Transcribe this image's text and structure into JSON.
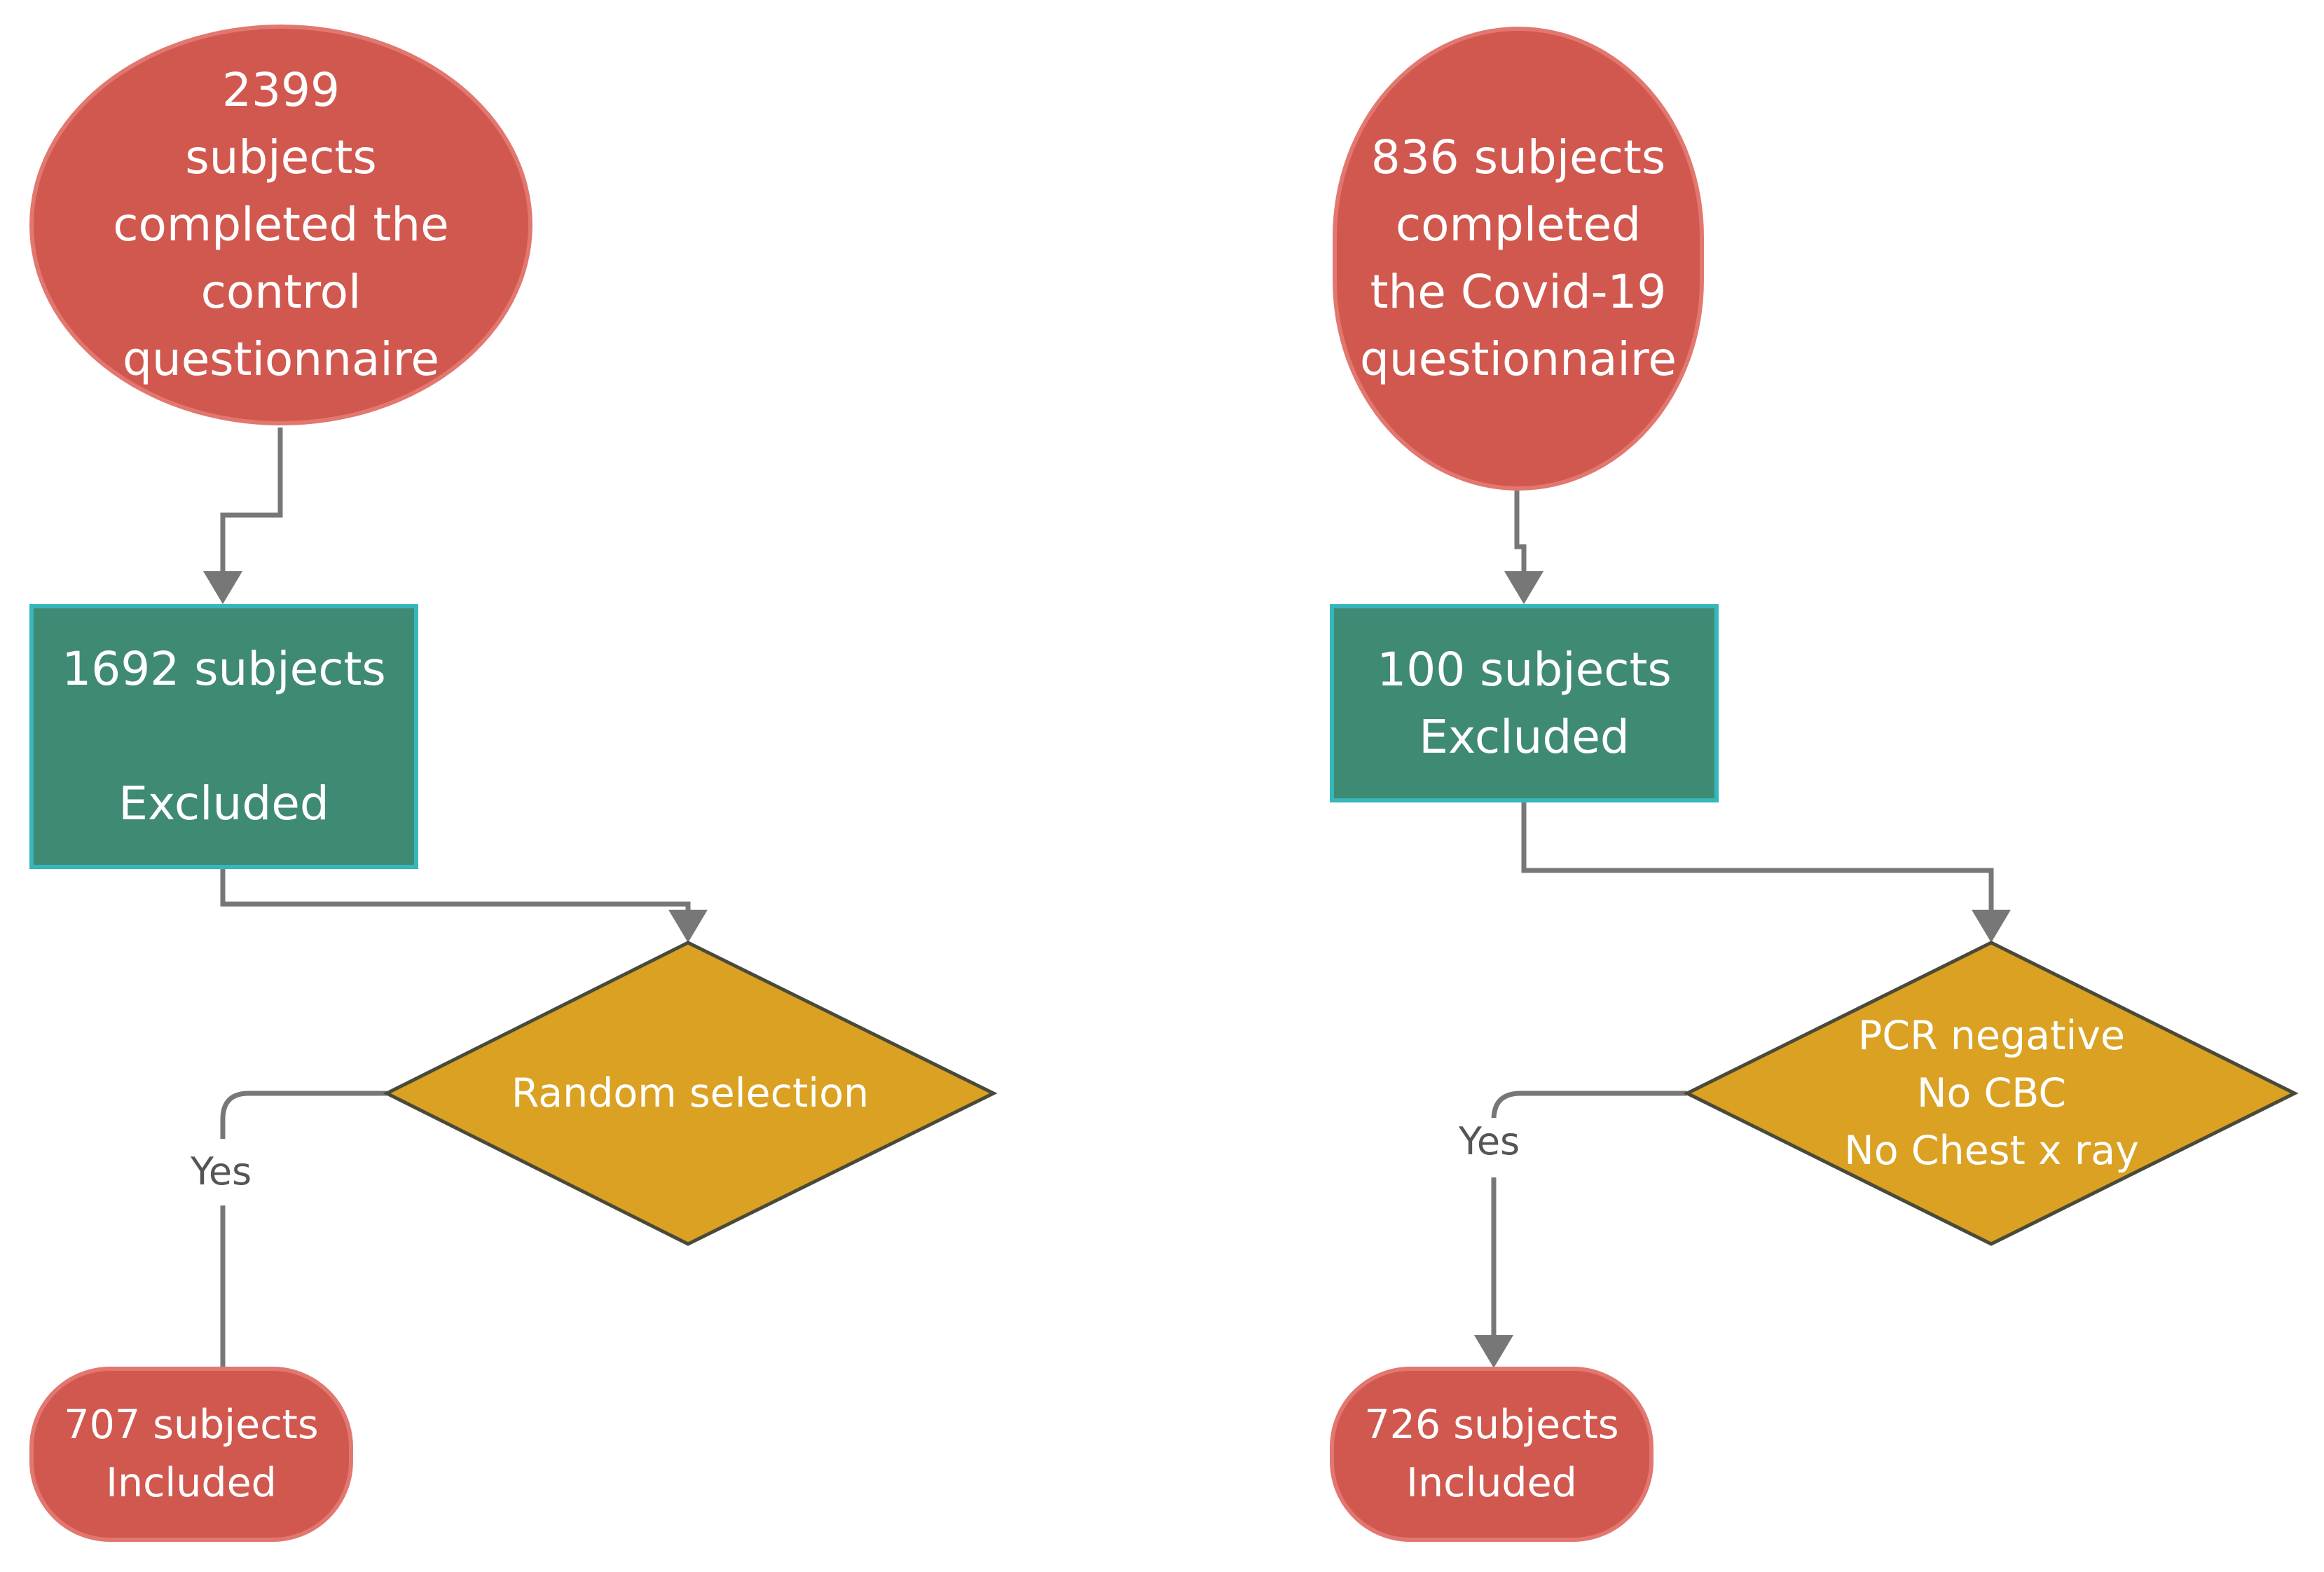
{
  "colors": {
    "terminal_fill": "#d1584f",
    "process_fill": "#3f8a74",
    "process_border": "#35b7bb",
    "decision_fill": "#daa122",
    "connector": "#777777"
  },
  "left": {
    "start": {
      "lines": [
        "2399",
        "subjects",
        "completed the",
        "control",
        "questionnaire"
      ]
    },
    "excluded": {
      "lines": [
        "1692 subjects",
        "",
        "Excluded"
      ]
    },
    "decision": {
      "lines": [
        "Random selection"
      ]
    },
    "yes_label": "Yes",
    "included": {
      "lines": [
        "707 subjects",
        "Included"
      ]
    }
  },
  "right": {
    "start": {
      "lines": [
        "836 subjects",
        "completed",
        "the Covid-19",
        "questionnaire"
      ]
    },
    "excluded": {
      "lines": [
        "100 subjects",
        "Excluded"
      ]
    },
    "decision": {
      "lines": [
        "PCR negative",
        "No CBC",
        "No Chest x ray"
      ]
    },
    "yes_label": "Yes",
    "included": {
      "lines": [
        "726 subjects",
        "Included"
      ]
    }
  }
}
